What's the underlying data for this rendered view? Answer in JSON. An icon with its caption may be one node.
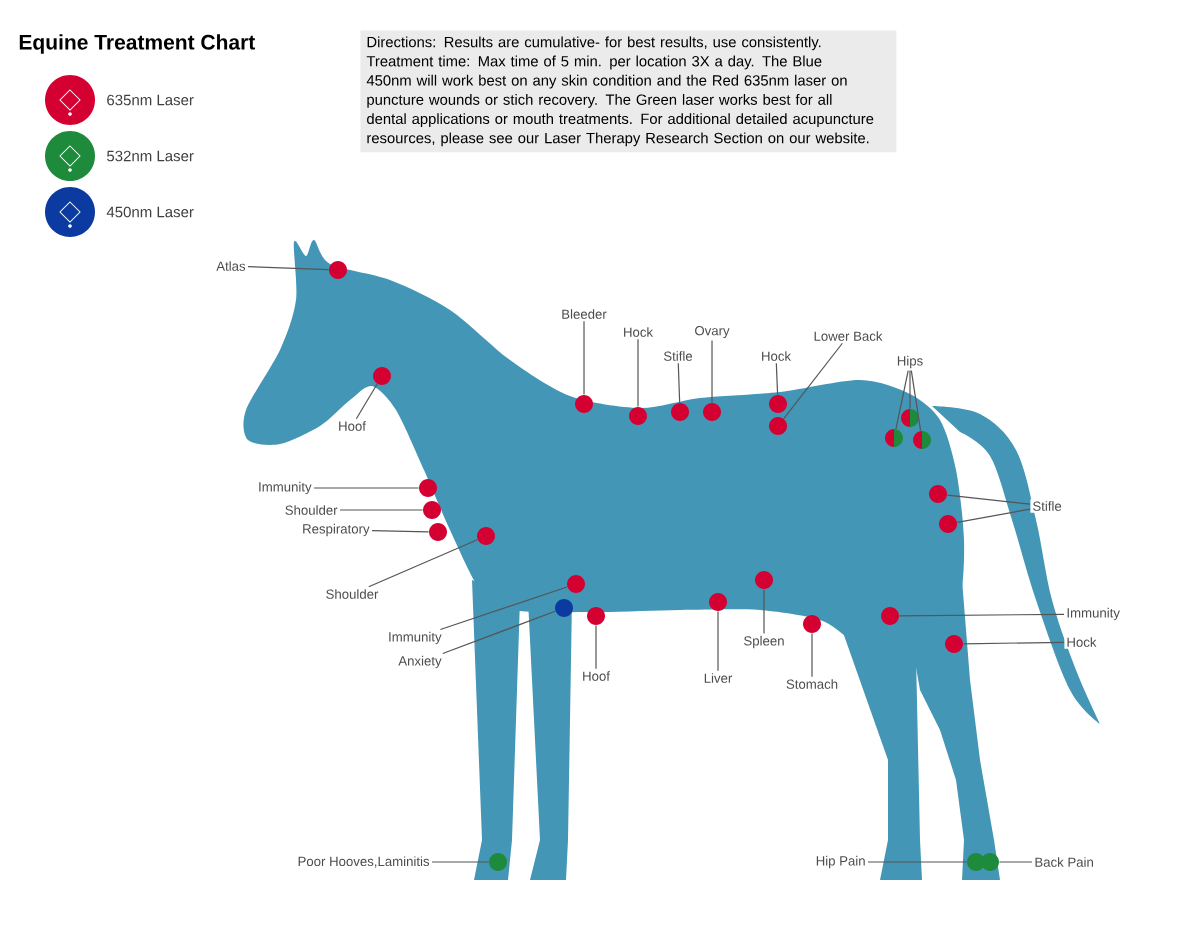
{
  "diagram": {
    "title": "Equine Treatment Chart",
    "nodes": [
      {
        "text": [
          "Directions: Results are cumulative- for best results, use consistently. Treatment time: Max time of 5 min. per location 3X a day.  The Blue 450nm will work best on any skin condition and the Red 635nm laser on puncture wounds or stich recovery.  The Green laser works best for all dental applications or mouth treatments.    For additional detailed acupuncture resources, please see our Laser Therapy Research Section on our website."
        ]
      },
      {
        "text": [
          "Atlas"
        ]
      },
      {
        "text": [],
        "shape": "circle"
      },
      {
        "text": [
          "Hoof"
        ]
      },
      {
        "text": [],
        "shape": "circle"
      },
      {
        "text": [
          "Immunity"
        ]
      },
      {
        "text": [],
        "shape": "circle"
      },
      {
        "text": [
          "Shoulder"
        ]
      },
      {
        "text": [],
        "shape": "circle"
      },
      {
        "text": [
          "Respiratory"
        ]
      },
      {
        "text": [],
        "shape": "circle"
      },
      {
        "text": [
          "Shoulder"
        ]
      },
      {
        "text": [],
        "shape": "circle"
      },
      {
        "text": [
          "Immunity"
        ]
      },
      {
        "text": [],
        "shape": "circle"
      },
      {
        "text": [
          "Anxiety"
        ]
      },
      {
        "text": [],
        "shape": "circle"
      },
      {
        "text": [
          "Hoof"
        ]
      },
      {
        "text": [],
        "shape": "circle"
      },
      {
        "text": [
          "Bleeder"
        ]
      },
      {
        "text": [],
        "shape": "circle"
      },
      {
        "text": [
          "Hock"
        ]
      },
      {
        "text": [],
        "shape": "circle"
      },
      {
        "text": [
          "Stifle"
        ]
      },
      {
        "text": [],
        "shape": "circle"
      },
      {
        "text": [
          "Ovary"
        ]
      },
      {
        "text": [],
        "shape": "circle"
      },
      {
        "text": [
          "Hock"
        ]
      },
      {
        "text": [],
        "shape": "circle"
      },
      {
        "text": [
          "Lower Back"
        ]
      },
      {
        "text": [],
        "shape": "circle"
      },
      {
        "text": [
          "Hips"
        ]
      },
      {
        "text": [],
        "shape": "circle"
      },
      {
        "text": [],
        "shape": "circle"
      },
      {
        "text": [],
        "shape": "circle"
      },
      {
        "text": [
          "Stifle"
        ]
      },
      {
        "text": [],
        "shape": "circle"
      },
      {
        "text": [],
        "shape": "circle"
      },
      {
        "text": [
          "Immunity"
        ]
      },
      {
        "text": [],
        "shape": "circle"
      },
      {
        "text": [
          "Hock"
        ]
      },
      {
        "text": [],
        "shape": "circle"
      },
      {
        "text": [
          "Liver"
        ]
      },
      {
        "text": [],
        "shape": "circle"
      },
      {
        "text": [
          "Spleen"
        ]
      },
      {
        "text": [],
        "shape": "circle"
      },
      {
        "text": [
          "Stomach"
        ]
      },
      {
        "text": [],
        "shape": "circle"
      },
      {
        "text": [
          "Poor Hooves,Laminitis"
        ]
      },
      {
        "text": [],
        "shape": "circle"
      },
      {
        "text": [
          "Hip Pain"
        ]
      },
      {
        "text": [],
        "shape": "circle"
      },
      {
        "text": [
          "Back Pain"
        ]
      },
      {
        "text": [],
        "shape": "circle"
      }
    ],
    "edges": [
      {
        "from": 1,
        "to": 2,
        "arrow": "none"
      },
      {
        "from": 3,
        "to": 4,
        "arrow": "none"
      },
      {
        "from": 5,
        "to": 6,
        "arrow": "none"
      },
      {
        "from": 7,
        "to": 8,
        "arrow": "none"
      },
      {
        "from": 9,
        "to": 10,
        "arrow": "none"
      },
      {
        "from": 11,
        "to": 12,
        "arrow": "none"
      },
      {
        "from": 13,
        "to": 14,
        "arrow": "none"
      },
      {
        "from": 15,
        "to": 16,
        "arrow": "none"
      },
      {
        "from": 17,
        "to": 18,
        "arrow": "none"
      },
      {
        "from": 19,
        "to": 20,
        "arrow": "none"
      },
      {
        "from": 21,
        "to": 22,
        "arrow": "none"
      },
      {
        "from": 23,
        "to": 24,
        "arrow": "none"
      },
      {
        "from": 25,
        "to": 26,
        "arrow": "none"
      },
      {
        "from": 27,
        "to": 28,
        "arrow": "none"
      },
      {
        "from": 29,
        "to": 30,
        "arrow": "none"
      },
      {
        "from": 31,
        "to": 32,
        "arrow": "none"
      },
      {
        "from": 31,
        "to": 33,
        "arrow": "none"
      },
      {
        "from": 31,
        "to": 34,
        "arrow": "none"
      },
      {
        "from": 35,
        "to": 36,
        "arrow": "none"
      },
      {
        "from": 35,
        "to": 37,
        "arrow": "none"
      },
      {
        "from": 38,
        "to": 39,
        "arrow": "none"
      },
      {
        "from": 40,
        "to": 41,
        "arrow": "none"
      },
      {
        "from": 42,
        "to": 43,
        "arrow": "none"
      },
      {
        "from": 44,
        "to": 45,
        "arrow": "none"
      },
      {
        "from": 46,
        "to": 47,
        "arrow": "none"
      },
      {
        "from": 48,
        "to": 49,
        "arrow": "none"
      },
      {
        "from": 50,
        "to": 51,
        "arrow": "none"
      },
      {
        "from": 52,
        "to": 53,
        "arrow": "none"
      }
    ],
    "legend": [
      {
        "text": "635nm Laser",
        "color": "#d50032"
      },
      {
        "text": "532nm Laser",
        "color": "#1e8a3c"
      },
      {
        "text": "450nm Laser",
        "color": "#0b3ba0"
      }
    ]
  }
}
